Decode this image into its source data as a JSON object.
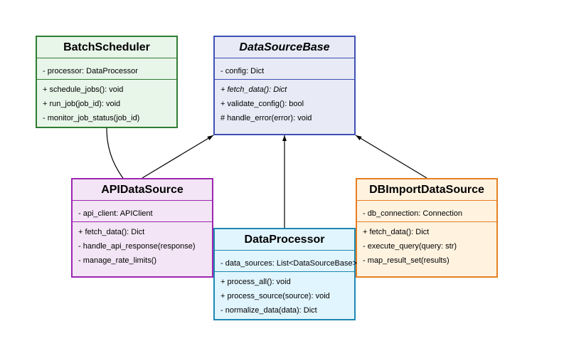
{
  "classes": {
    "batch_scheduler": {
      "name": "BatchScheduler",
      "stroke": "#2e7d32",
      "fill": "#e8f5e9",
      "attributes": [
        "- processor: DataProcessor"
      ],
      "methods": [
        "+ schedule_jobs(): void",
        "+ run_job(job_id): void",
        "- monitor_job_status(job_id)"
      ]
    },
    "data_source_base": {
      "name": "DataSourceBase",
      "stroke": "#3f51b5",
      "fill": "#e8eaf6",
      "attributes": [
        "- config: Dict"
      ],
      "methods": [
        "+ fetch_data(): Dict",
        "+ validate_config(): bool",
        "# handle_error(error): void"
      ]
    },
    "api_data_source": {
      "name": "APIDataSource",
      "stroke": "#9c27b0",
      "fill": "#f3e5f5",
      "attributes": [
        "- api_client: APIClient"
      ],
      "methods": [
        "+ fetch_data(): Dict",
        "- handle_api_response(response)",
        "- manage_rate_limits()"
      ]
    },
    "db_import_data_source": {
      "name": "DBImportDataSource",
      "stroke": "#e67e22",
      "fill": "#fff3e0",
      "attributes": [
        "- db_connection: Connection"
      ],
      "methods": [
        "+ fetch_data(): Dict",
        "- execute_query(query: str)",
        "- map_result_set(results)"
      ]
    },
    "data_processor": {
      "name": "DataProcessor",
      "stroke": "#1e88b4",
      "fill": "#e1f5fe",
      "attributes": [
        "- data_sources: List<DataSourceBase>"
      ],
      "methods": [
        "+ process_all(): void",
        "+ process_source(source): void",
        "- normalize_data(data): Dict"
      ]
    }
  },
  "edge_color": "#000000"
}
